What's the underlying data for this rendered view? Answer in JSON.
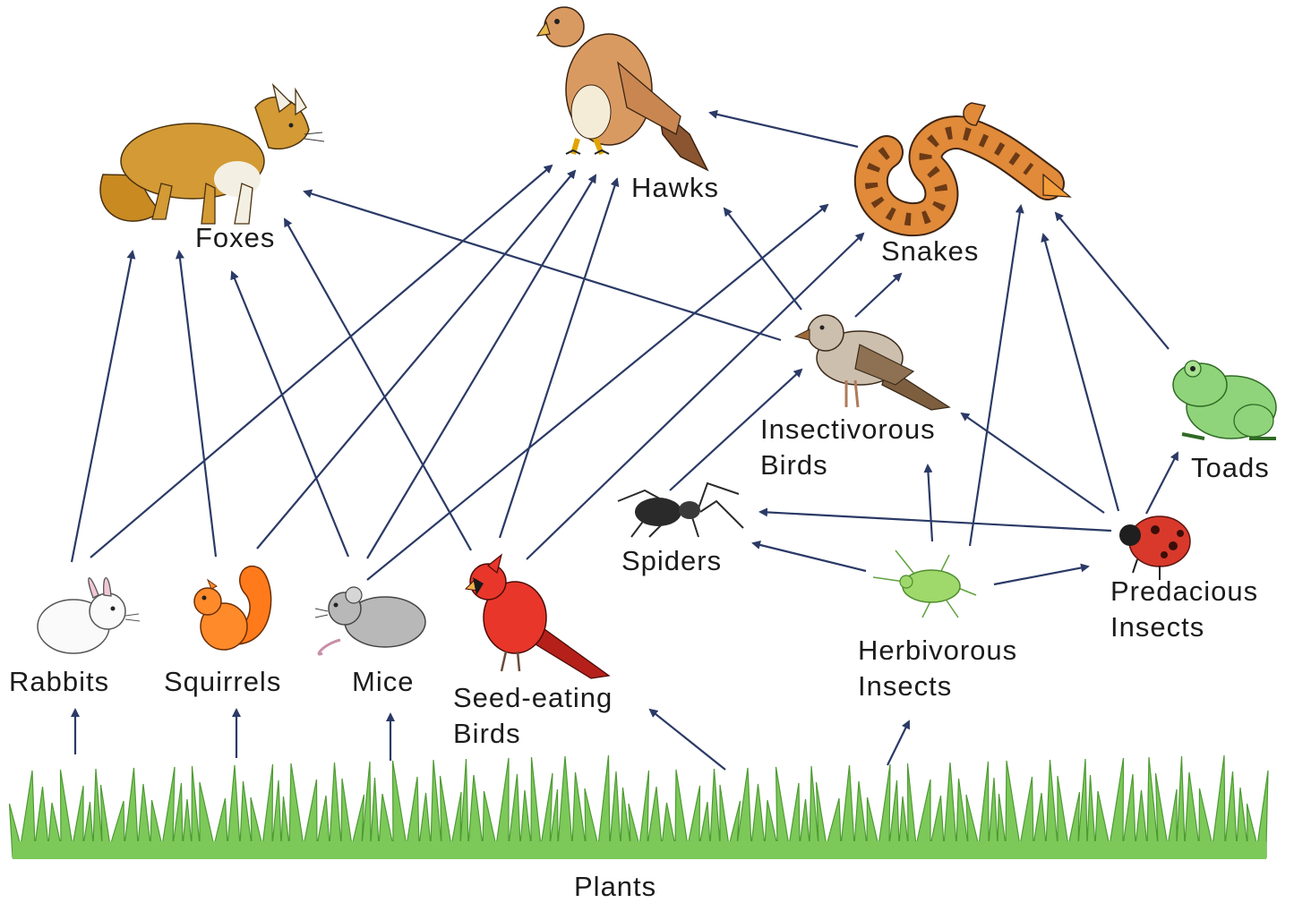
{
  "organisms": {
    "hawks": "Hawks",
    "foxes": "Foxes",
    "snakes": "Snakes",
    "insectivorous_birds": [
      "Insectivorous",
      "Birds"
    ],
    "toads": "Toads",
    "spiders": "Spiders",
    "predacious_insects": [
      "Predacious",
      "Insects"
    ],
    "herbivorous_insects": [
      "Herbivorous",
      "Insects"
    ],
    "rabbits": "Rabbits",
    "squirrels": "Squirrels",
    "mice": "Mice",
    "seed_eating_birds": [
      "Seed-eating",
      "Birds"
    ],
    "plants": "Plants"
  },
  "links": [
    {
      "from": "Plants",
      "to": "Rabbits"
    },
    {
      "from": "Plants",
      "to": "Squirrels"
    },
    {
      "from": "Plants",
      "to": "Mice"
    },
    {
      "from": "Plants",
      "to": "Seed-eating Birds"
    },
    {
      "from": "Plants",
      "to": "Herbivorous Insects"
    },
    {
      "from": "Rabbits",
      "to": "Foxes"
    },
    {
      "from": "Rabbits",
      "to": "Hawks"
    },
    {
      "from": "Squirrels",
      "to": "Foxes"
    },
    {
      "from": "Squirrels",
      "to": "Hawks"
    },
    {
      "from": "Mice",
      "to": "Foxes"
    },
    {
      "from": "Mice",
      "to": "Hawks"
    },
    {
      "from": "Mice",
      "to": "Snakes"
    },
    {
      "from": "Seed-eating Birds",
      "to": "Foxes"
    },
    {
      "from": "Seed-eating Birds",
      "to": "Hawks"
    },
    {
      "from": "Seed-eating Birds",
      "to": "Snakes"
    },
    {
      "from": "Snakes",
      "to": "Hawks"
    },
    {
      "from": "Insectivorous Birds",
      "to": "Hawks"
    },
    {
      "from": "Insectivorous Birds",
      "to": "Foxes"
    },
    {
      "from": "Insectivorous Birds",
      "to": "Snakes"
    },
    {
      "from": "Spiders",
      "to": "Insectivorous Birds"
    },
    {
      "from": "Herbivorous Insects",
      "to": "Spiders"
    },
    {
      "from": "Herbivorous Insects",
      "to": "Insectivorous Birds"
    },
    {
      "from": "Herbivorous Insects",
      "to": "Predacious Insects"
    },
    {
      "from": "Herbivorous Insects",
      "to": "Snakes"
    },
    {
      "from": "Predacious Insects",
      "to": "Spiders"
    },
    {
      "from": "Predacious Insects",
      "to": "Insectivorous Birds"
    },
    {
      "from": "Predacious Insects",
      "to": "Snakes"
    },
    {
      "from": "Predacious Insects",
      "to": "Toads"
    },
    {
      "from": "Toads",
      "to": "Snakes"
    }
  ],
  "colors": {
    "arrow": "#2b3a66",
    "grass": "#7cc95a",
    "grass_dark": "#4e9a33",
    "label": "#1b1b1b"
  },
  "icons": [
    "hawk-illustration",
    "fox-illustration",
    "snake-illustration",
    "insectivorous-bird-illustration",
    "toad-illustration",
    "spider-illustration",
    "ladybug-illustration",
    "aphid-illustration",
    "rabbit-illustration",
    "squirrel-illustration",
    "mouse-illustration",
    "cardinal-illustration",
    "grass-illustration"
  ]
}
